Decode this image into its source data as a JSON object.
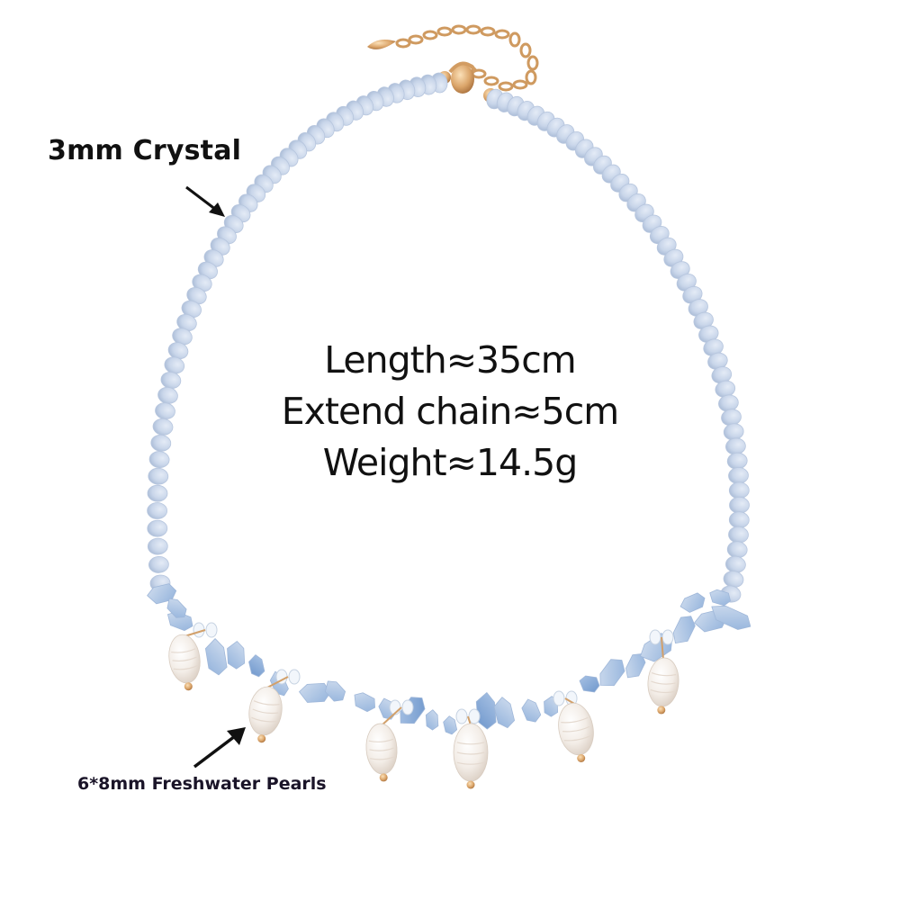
{
  "product": {
    "type": "necklace",
    "description": "Light blue crystal bead necklace with aquamarine chips and dangling freshwater pearls, gold lobster clasp and extender chain"
  },
  "annotations": {
    "crystal_label": "3mm Crystal",
    "pearl_label": "6*8mm Freshwater Pearls"
  },
  "specs": {
    "length": "Length≈35cm",
    "extend_chain": "Extend chain≈5cm",
    "weight": "Weight≈14.5g"
  },
  "colors": {
    "background": "#ffffff",
    "crystal_bead": "#c9d6ea",
    "crystal_bead_shade": "#aebfd9",
    "aquamarine_chip": "#a9c3e2",
    "aquamarine_chip_dark": "#7fa3d3",
    "pearl": "#f4eee8",
    "pearl_shade": "#dcd0c6",
    "gold": "#d9a46a",
    "text": "#111111"
  },
  "pearl_count": 6
}
